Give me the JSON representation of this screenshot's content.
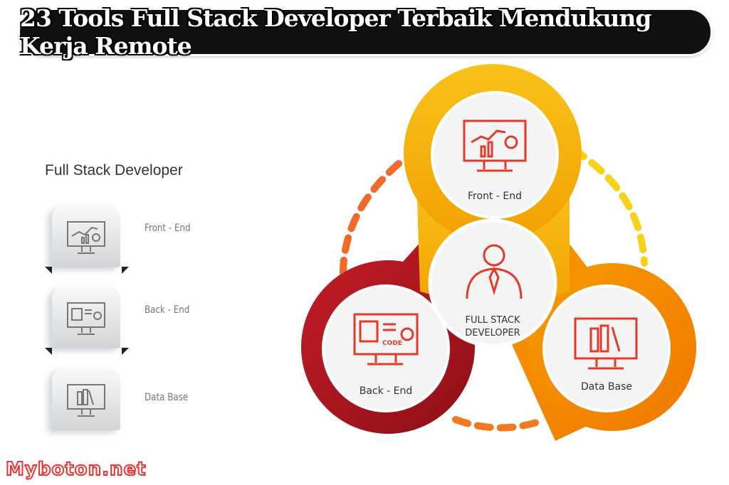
{
  "banner": {
    "title": "23 Tools Full Stack Developer Terbaik Mendukung Kerja Remote"
  },
  "left_panel": {
    "title": "Full Stack Developer",
    "items": [
      {
        "label": "Front - End",
        "icon": "monitor-chart-gear-icon"
      },
      {
        "label": "Back - End",
        "icon": "monitor-code-gear-icon"
      },
      {
        "label": "Data Base",
        "icon": "monitor-books-icon"
      }
    ]
  },
  "diagram": {
    "center": {
      "line1": "FULL STACK",
      "line2": "DEVELOPER",
      "icon": "person-tie-icon"
    },
    "nodes": [
      {
        "label": "Front - End",
        "color": "#f5b800",
        "icon": "monitor-chart-gear-icon"
      },
      {
        "label": "Back - End",
        "color": "#a8141e",
        "icon": "monitor-code-gear-icon"
      },
      {
        "label": "Data Base",
        "color": "#f58a00",
        "icon": "monitor-books-icon"
      }
    ],
    "icon_color": "#e53a2a",
    "code_text": "CODE"
  },
  "watermark": "Myboton.net"
}
